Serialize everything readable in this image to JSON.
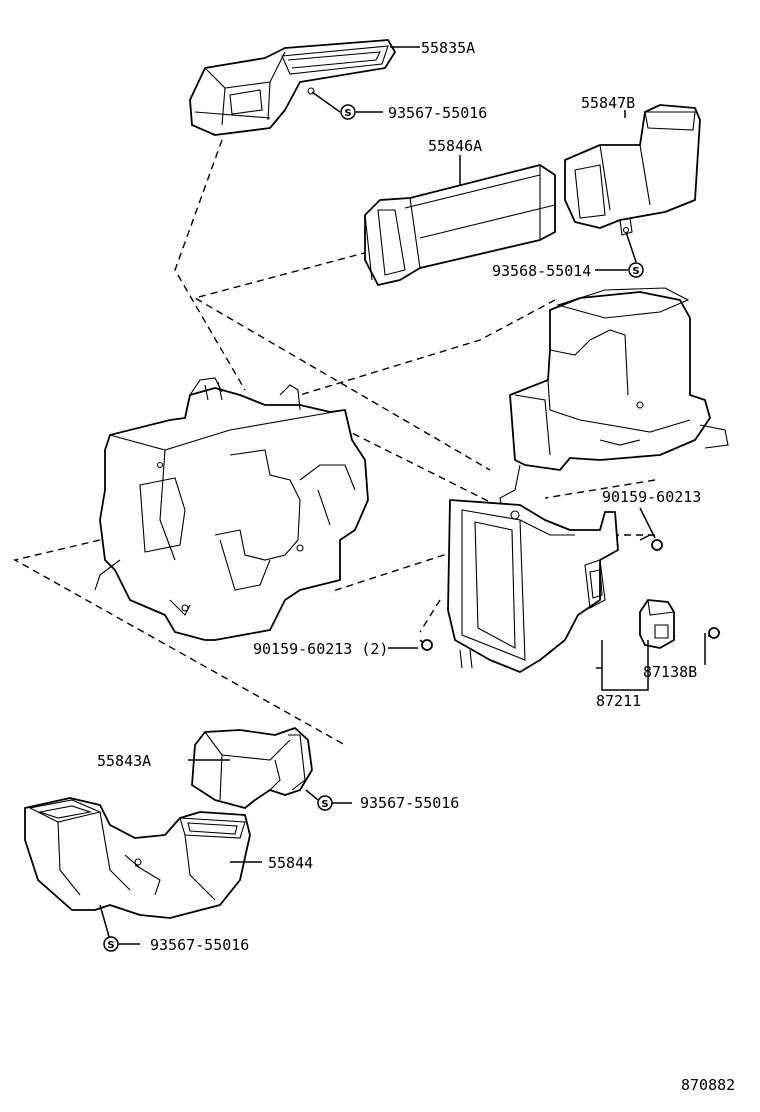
{
  "labels": {
    "p55835a": "55835A",
    "p93567a": "93567-55016",
    "p55847b": "55847B",
    "p55846a": "55846A",
    "p93568": "93568-55014",
    "p90159a": "90159-60213",
    "p90159b": "90159-60213 (2)",
    "p87138b": "87138B",
    "p87211": "87211",
    "p55843a": "55843A",
    "p93567b": "93567-55016",
    "p55844": "55844",
    "p93567c": "93567-55016",
    "diagram_id": "870882"
  },
  "symbols": {
    "s_marker": "S"
  }
}
